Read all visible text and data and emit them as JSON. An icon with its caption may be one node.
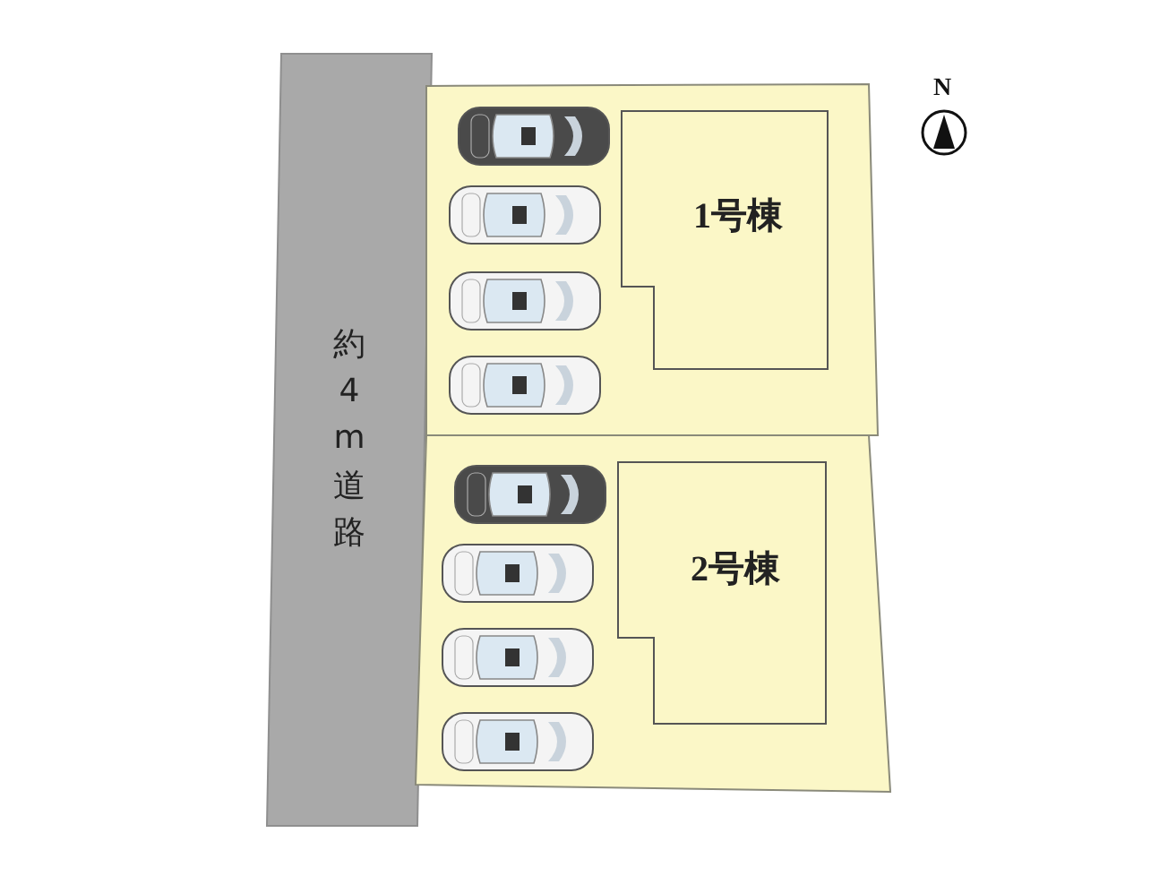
{
  "diagram": {
    "nodes": [
      {
        "text": [
          "約4m道路"
        ]
      },
      {
        "text": [],
        "shape": "box"
      },
      {
        "text": [
          "1号棟"
        ],
        "in": 1
      },
      {
        "text": [],
        "shape": "box"
      },
      {
        "text": [
          "2号棟"
        ],
        "in": 3
      }
    ],
    "labels": [
      "N"
    ]
  }
}
